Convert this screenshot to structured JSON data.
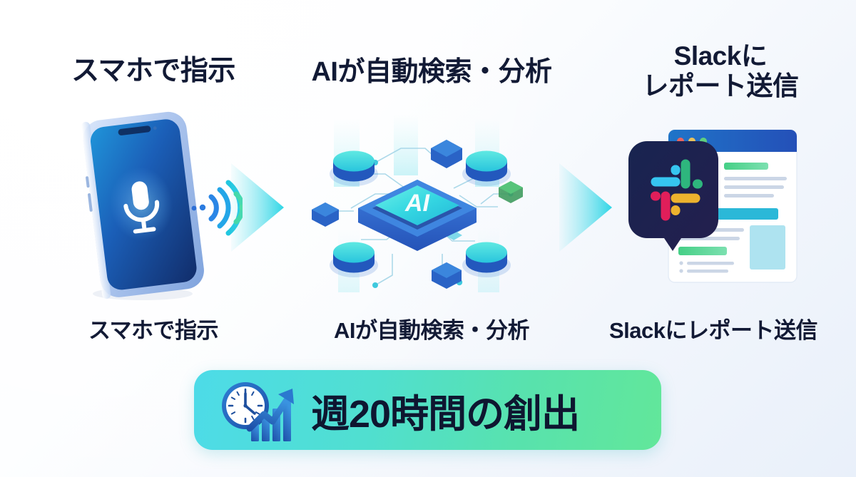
{
  "background": {
    "color_start": "#ffffff",
    "color_end": "#e9f0fa"
  },
  "theme": {
    "text_navy": "#121a35",
    "accent_cyan": "#4ddbe8",
    "accent_green": "#62e79a",
    "accent_blue": "#2563c9"
  },
  "steps": [
    {
      "id": "step-phone",
      "heading": "スマホで指示",
      "caption": "スマホで指示",
      "icon": "smartphone-voice-icon"
    },
    {
      "id": "step-ai",
      "heading": "AIが自動検索・分析",
      "caption": "AIが自動検索・分析",
      "icon": "ai-chip-network-icon",
      "chip_label": "AI"
    },
    {
      "id": "step-slack",
      "heading": "Slackに\nレポート送信",
      "caption": "Slackにレポート送信",
      "icon": "slack-report-icon"
    }
  ],
  "arrows": [
    {
      "id": "arrow-1",
      "name": "flow-arrow-right"
    },
    {
      "id": "arrow-2",
      "name": "flow-arrow-right"
    }
  ],
  "banner": {
    "text": "週20時間の創出",
    "icon": "clock-growth-chart-icon",
    "gradient_start": "#4ddbe8",
    "gradient_end": "#62e79a"
  }
}
